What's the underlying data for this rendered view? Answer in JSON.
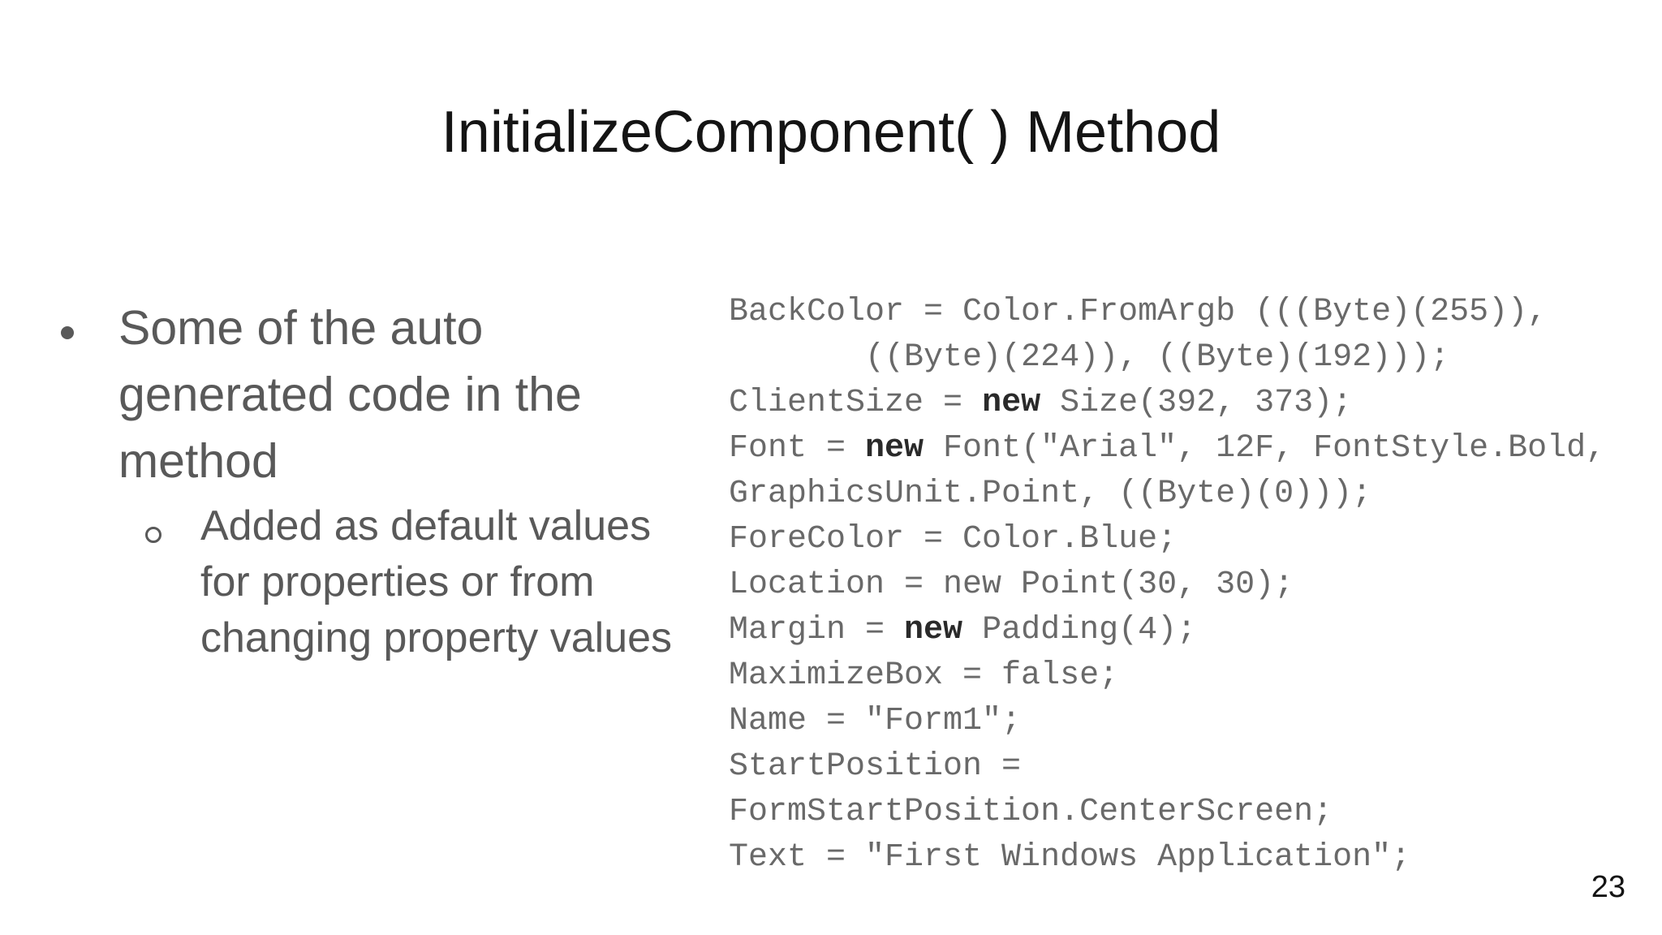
{
  "slide": {
    "title": "InitializeComponent( ) Method",
    "page_number": "23",
    "colors": {
      "background": "#ffffff",
      "title": "#141414",
      "body_text": "#595959",
      "code_text": "#696969",
      "code_bold": "#2a2a2a"
    },
    "bullets": [
      {
        "level": 1,
        "lines": [
          "Some of the auto",
          "generated code in the",
          "method"
        ]
      },
      {
        "level": 2,
        "lines": [
          "Added as default values",
          "for properties or from",
          "changing property values"
        ]
      }
    ],
    "code": {
      "lines": [
        {
          "segments": [
            {
              "text": "BackColor = Color.FromArgb (((Byte)(255)),",
              "bold": false
            }
          ]
        },
        {
          "segments": [
            {
              "text": "       ((Byte)(224)), ((Byte)(192)));",
              "bold": false
            }
          ]
        },
        {
          "segments": [
            {
              "text": "ClientSize = ",
              "bold": false
            },
            {
              "text": "new",
              "bold": true
            },
            {
              "text": " Size(392, 373);",
              "bold": false
            }
          ]
        },
        {
          "segments": [
            {
              "text": "Font = ",
              "bold": false
            },
            {
              "text": "new",
              "bold": true
            },
            {
              "text": " Font(\"Arial\", 12F, FontStyle.Bold,",
              "bold": false
            }
          ]
        },
        {
          "segments": [
            {
              "text": "GraphicsUnit.Point, ((Byte)(0)));",
              "bold": false
            }
          ]
        },
        {
          "segments": [
            {
              "text": "ForeColor = Color.Blue;",
              "bold": false
            }
          ]
        },
        {
          "segments": [
            {
              "text": "Location = new Point(30, 30);",
              "bold": false
            }
          ]
        },
        {
          "segments": [
            {
              "text": "Margin = ",
              "bold": false
            },
            {
              "text": "new",
              "bold": true
            },
            {
              "text": " Padding(4);",
              "bold": false
            }
          ]
        },
        {
          "segments": [
            {
              "text": "MaximizeBox = false;",
              "bold": false
            }
          ]
        },
        {
          "segments": [
            {
              "text": "Name = \"Form1\";",
              "bold": false
            }
          ]
        },
        {
          "segments": [
            {
              "text": "StartPosition =",
              "bold": false
            }
          ]
        },
        {
          "segments": [
            {
              "text": "FormStartPosition.CenterScreen;",
              "bold": false
            }
          ]
        },
        {
          "segments": [
            {
              "text": "Text = \"First Windows Application\";",
              "bold": false
            }
          ]
        }
      ]
    }
  }
}
